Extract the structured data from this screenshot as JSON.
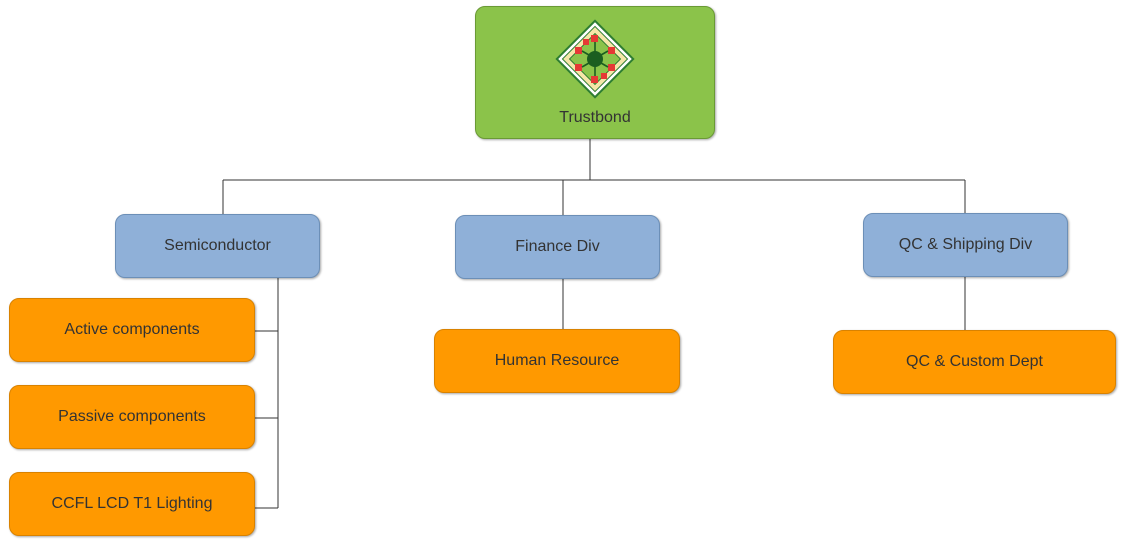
{
  "root": {
    "label": "Trustbond",
    "logo_icon": "circuit-chip-icon"
  },
  "divisions": [
    {
      "key": "semiconductor",
      "label": "Semiconductor",
      "departments": [
        "Active components",
        "Passive components",
        "CCFL LCD T1 Lighting"
      ]
    },
    {
      "key": "finance",
      "label": "Finance Div",
      "departments": [
        "Human Resource"
      ]
    },
    {
      "key": "qc-shipping",
      "label": "QC & Shipping Div",
      "departments": [
        "QC & Custom Dept"
      ]
    }
  ],
  "colors": {
    "root_fill": "#8bc34a",
    "division_fill": "#8fb0d8",
    "department_fill": "#ff9900",
    "connector": "#333333"
  }
}
